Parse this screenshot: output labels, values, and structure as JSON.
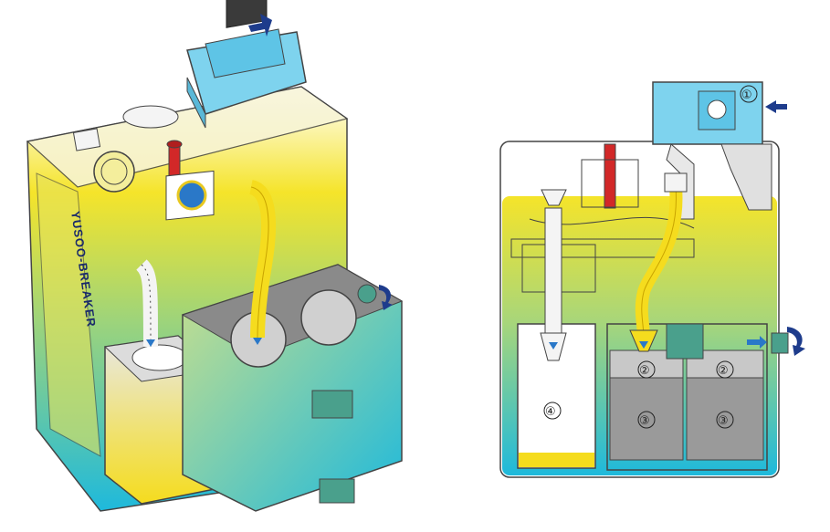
{
  "figure": {
    "brand_label": "YUSOO-BREAKER",
    "section_markers": [
      {
        "id": "blower",
        "text": "①"
      },
      {
        "id": "filter-left",
        "text": "②"
      },
      {
        "id": "filter-right",
        "text": "②"
      },
      {
        "id": "media-left",
        "text": "③"
      },
      {
        "id": "media-right",
        "text": "③"
      },
      {
        "id": "collection-tank",
        "text": "④"
      }
    ],
    "colors": {
      "yellow": "#f5dc1e",
      "cyan": "#1eb9dc",
      "blue_arrow": "#1e3c8c",
      "red_pipe": "#d22828",
      "grey_box": "#c8c8c8",
      "light_blue_unit": "#7ed3ee",
      "dark_green_plate": "#4aa08c"
    }
  }
}
